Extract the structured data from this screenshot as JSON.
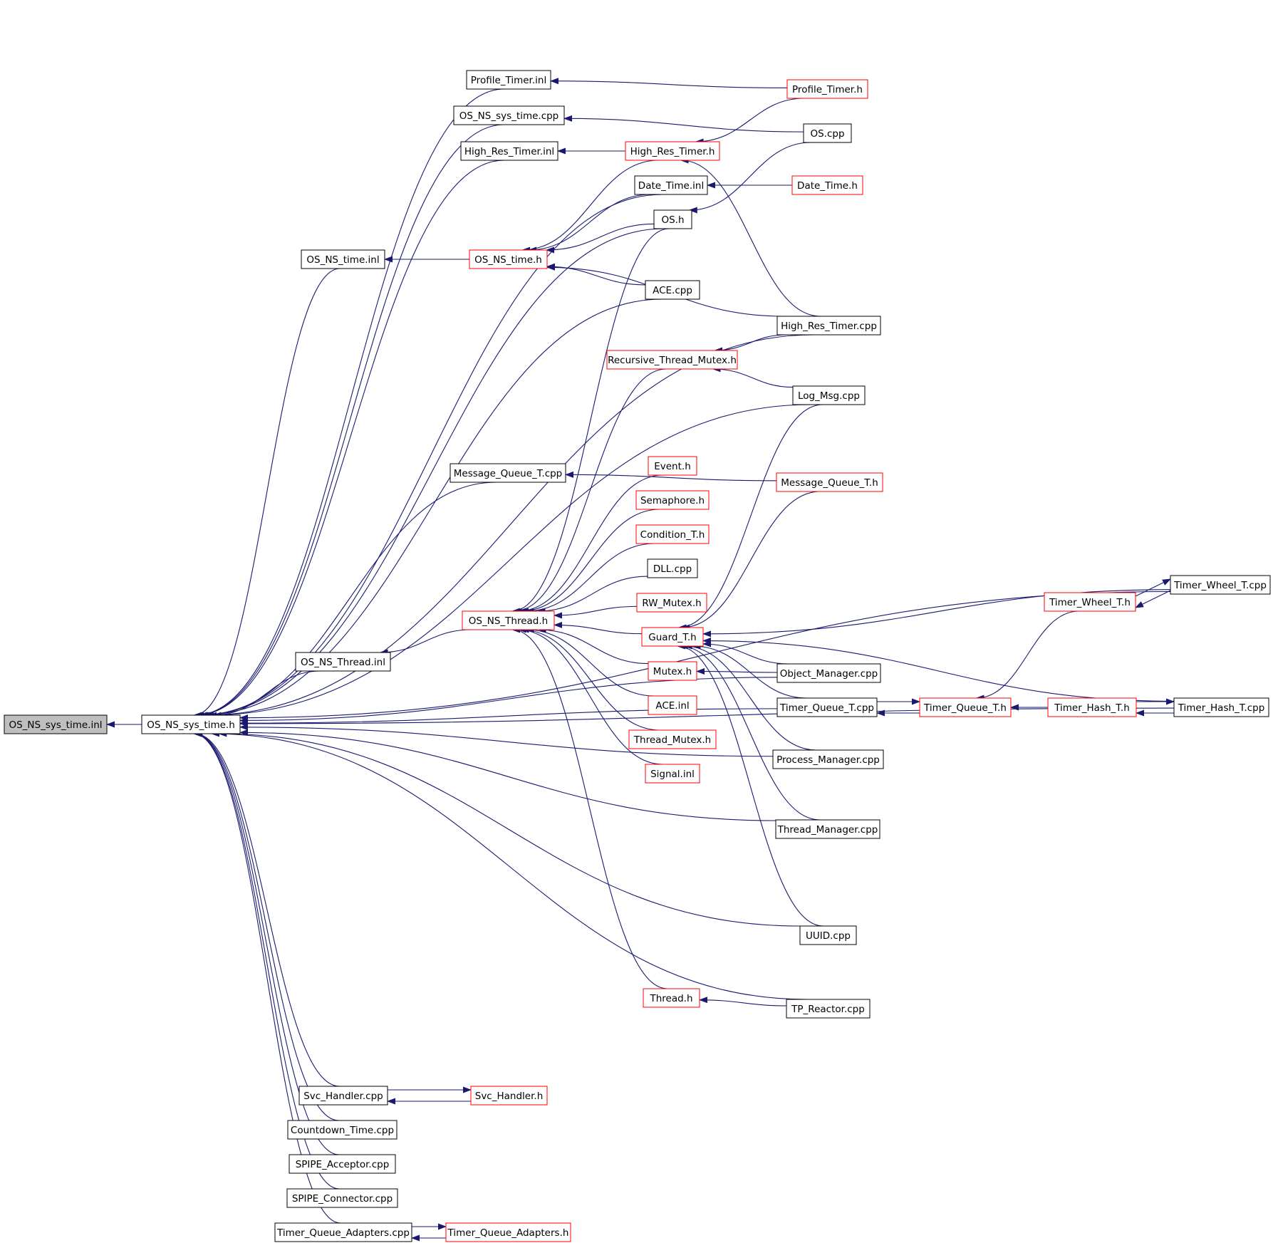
{
  "diagram": {
    "kind": "include-dependency-graph",
    "colors": {
      "edge": "#191970",
      "highlight_fill": "#bfbfbf",
      "border_default": "#000000",
      "border_red": "#ff0000"
    },
    "nodes": [
      {
        "id": "n1",
        "label": "OS_NS_sys_time.inl",
        "style": "highlight"
      },
      {
        "id": "n2",
        "label": "OS_NS_sys_time.h",
        "style": "black"
      },
      {
        "id": "n3",
        "label": "Profile_Timer.inl",
        "style": "black"
      },
      {
        "id": "n4",
        "label": "OS_NS_sys_time.cpp",
        "style": "black"
      },
      {
        "id": "n5",
        "label": "High_Res_Timer.inl",
        "style": "black"
      },
      {
        "id": "n6",
        "label": "OS_NS_time.inl",
        "style": "black"
      },
      {
        "id": "n7",
        "label": "OS_NS_time.h",
        "style": "red"
      },
      {
        "id": "n8",
        "label": "Profile_Timer.h",
        "style": "red"
      },
      {
        "id": "n9",
        "label": "OS.cpp",
        "style": "black"
      },
      {
        "id": "n10",
        "label": "High_Res_Timer.h",
        "style": "red"
      },
      {
        "id": "n11",
        "label": "Date_Time.inl",
        "style": "black"
      },
      {
        "id": "n12",
        "label": "Date_Time.h",
        "style": "red"
      },
      {
        "id": "n13",
        "label": "OS.h",
        "style": "black"
      },
      {
        "id": "n14",
        "label": "ACE.cpp",
        "style": "black"
      },
      {
        "id": "n15",
        "label": "High_Res_Timer.cpp",
        "style": "black"
      },
      {
        "id": "n16",
        "label": "Recursive_Thread_Mutex.h",
        "style": "red"
      },
      {
        "id": "n17",
        "label": "Log_Msg.cpp",
        "style": "black"
      },
      {
        "id": "n18",
        "label": "Message_Queue_T.cpp",
        "style": "black"
      },
      {
        "id": "n19",
        "label": "Message_Queue_T.h",
        "style": "red"
      },
      {
        "id": "n20",
        "label": "Event.h",
        "style": "red"
      },
      {
        "id": "n21",
        "label": "Semaphore.h",
        "style": "red"
      },
      {
        "id": "n22",
        "label": "Condition_T.h",
        "style": "red"
      },
      {
        "id": "n23",
        "label": "DLL.cpp",
        "style": "black"
      },
      {
        "id": "n24",
        "label": "RW_Mutex.h",
        "style": "red"
      },
      {
        "id": "n25",
        "label": "OS_NS_Thread.h",
        "style": "red"
      },
      {
        "id": "n26",
        "label": "Guard_T.h",
        "style": "red"
      },
      {
        "id": "n27",
        "label": "OS_NS_Thread.inl",
        "style": "black"
      },
      {
        "id": "n28",
        "label": "Mutex.h",
        "style": "red"
      },
      {
        "id": "n29",
        "label": "Object_Manager.cpp",
        "style": "black"
      },
      {
        "id": "n30",
        "label": "ACE.inl",
        "style": "red"
      },
      {
        "id": "n31",
        "label": "Thread_Mutex.h",
        "style": "red"
      },
      {
        "id": "n32",
        "label": "Signal.inl",
        "style": "red"
      },
      {
        "id": "n33",
        "label": "Timer_Queue_T.cpp",
        "style": "black"
      },
      {
        "id": "n34",
        "label": "Timer_Queue_T.h",
        "style": "red"
      },
      {
        "id": "n35",
        "label": "Timer_Hash_T.h",
        "style": "red"
      },
      {
        "id": "n36",
        "label": "Timer_Hash_T.cpp",
        "style": "black"
      },
      {
        "id": "n37",
        "label": "Timer_Wheel_T.h",
        "style": "red"
      },
      {
        "id": "n38",
        "label": "Timer_Wheel_T.cpp",
        "style": "black"
      },
      {
        "id": "n39",
        "label": "Process_Manager.cpp",
        "style": "black"
      },
      {
        "id": "n40",
        "label": "Thread_Manager.cpp",
        "style": "black"
      },
      {
        "id": "n41",
        "label": "UUID.cpp",
        "style": "black"
      },
      {
        "id": "n42",
        "label": "Thread.h",
        "style": "red"
      },
      {
        "id": "n43",
        "label": "TP_Reactor.cpp",
        "style": "black"
      },
      {
        "id": "n44",
        "label": "Svc_Handler.cpp",
        "style": "black"
      },
      {
        "id": "n45",
        "label": "Svc_Handler.h",
        "style": "red"
      },
      {
        "id": "n46",
        "label": "Countdown_Time.cpp",
        "style": "black"
      },
      {
        "id": "n47",
        "label": "SPIPE_Acceptor.cpp",
        "style": "black"
      },
      {
        "id": "n48",
        "label": "SPIPE_Connector.cpp",
        "style": "black"
      },
      {
        "id": "n49",
        "label": "Timer_Queue_Adapters.cpp",
        "style": "black"
      },
      {
        "id": "n50",
        "label": "Timer_Queue_Adapters.h",
        "style": "red"
      }
    ],
    "edges": [
      {
        "from": "n2",
        "to": "n1"
      },
      {
        "from": "n3",
        "to": "n2"
      },
      {
        "from": "n4",
        "to": "n2"
      },
      {
        "from": "n5",
        "to": "n2"
      },
      {
        "from": "n11",
        "to": "n2"
      },
      {
        "from": "n13",
        "to": "n2"
      },
      {
        "from": "n6",
        "to": "n2"
      },
      {
        "from": "n14",
        "to": "n2"
      },
      {
        "from": "n15",
        "to": "n2"
      },
      {
        "from": "n17",
        "to": "n2"
      },
      {
        "from": "n18",
        "to": "n2"
      },
      {
        "from": "n27",
        "to": "n2"
      },
      {
        "from": "n29",
        "to": "n2"
      },
      {
        "from": "n33",
        "to": "n2"
      },
      {
        "from": "n39",
        "to": "n2"
      },
      {
        "from": "n40",
        "to": "n2"
      },
      {
        "from": "n41",
        "to": "n2"
      },
      {
        "from": "n43",
        "to": "n2"
      },
      {
        "from": "n36",
        "to": "n2"
      },
      {
        "from": "n38",
        "to": "n2"
      },
      {
        "from": "n44",
        "to": "n2"
      },
      {
        "from": "n46",
        "to": "n2"
      },
      {
        "from": "n47",
        "to": "n2"
      },
      {
        "from": "n48",
        "to": "n2"
      },
      {
        "from": "n49",
        "to": "n2"
      },
      {
        "from": "n8",
        "to": "n3"
      },
      {
        "from": "n9",
        "to": "n4"
      },
      {
        "from": "n10",
        "to": "n5"
      },
      {
        "from": "n8",
        "to": "n10"
      },
      {
        "from": "n15",
        "to": "n10"
      },
      {
        "from": "n12",
        "to": "n11"
      },
      {
        "from": "n9",
        "to": "n13"
      },
      {
        "from": "n7",
        "to": "n6"
      },
      {
        "from": "n10",
        "to": "n7"
      },
      {
        "from": "n11",
        "to": "n7"
      },
      {
        "from": "n13",
        "to": "n7"
      },
      {
        "from": "n14",
        "to": "n7"
      },
      {
        "from": "n15",
        "to": "n7"
      },
      {
        "from": "n15",
        "to": "n16"
      },
      {
        "from": "n17",
        "to": "n16"
      },
      {
        "from": "n19",
        "to": "n18"
      },
      {
        "from": "n25",
        "to": "n27"
      },
      {
        "from": "n16",
        "to": "n25"
      },
      {
        "from": "n13",
        "to": "n25"
      },
      {
        "from": "n20",
        "to": "n25"
      },
      {
        "from": "n21",
        "to": "n25"
      },
      {
        "from": "n22",
        "to": "n25"
      },
      {
        "from": "n23",
        "to": "n25"
      },
      {
        "from": "n24",
        "to": "n25"
      },
      {
        "from": "n26",
        "to": "n25"
      },
      {
        "from": "n28",
        "to": "n25"
      },
      {
        "from": "n30",
        "to": "n25"
      },
      {
        "from": "n31",
        "to": "n25"
      },
      {
        "from": "n32",
        "to": "n25"
      },
      {
        "from": "n42",
        "to": "n25"
      },
      {
        "from": "n17",
        "to": "n26"
      },
      {
        "from": "n19",
        "to": "n26"
      },
      {
        "from": "n38",
        "to": "n26"
      },
      {
        "from": "n29",
        "to": "n26"
      },
      {
        "from": "n33",
        "to": "n26"
      },
      {
        "from": "n36",
        "to": "n26"
      },
      {
        "from": "n39",
        "to": "n26"
      },
      {
        "from": "n40",
        "to": "n26"
      },
      {
        "from": "n41",
        "to": "n26"
      },
      {
        "from": "n29",
        "to": "n28"
      },
      {
        "from": "n33",
        "to": "n34"
      },
      {
        "from": "n34",
        "to": "n33"
      },
      {
        "from": "n35",
        "to": "n34"
      },
      {
        "from": "n37",
        "to": "n34"
      },
      {
        "from": "n36",
        "to": "n35"
      },
      {
        "from": "n35",
        "to": "n36"
      },
      {
        "from": "n38",
        "to": "n37"
      },
      {
        "from": "n37",
        "to": "n38"
      },
      {
        "from": "n43",
        "to": "n42"
      },
      {
        "from": "n45",
        "to": "n44"
      },
      {
        "from": "n44",
        "to": "n45"
      },
      {
        "from": "n50",
        "to": "n49"
      },
      {
        "from": "n49",
        "to": "n50"
      }
    ]
  }
}
